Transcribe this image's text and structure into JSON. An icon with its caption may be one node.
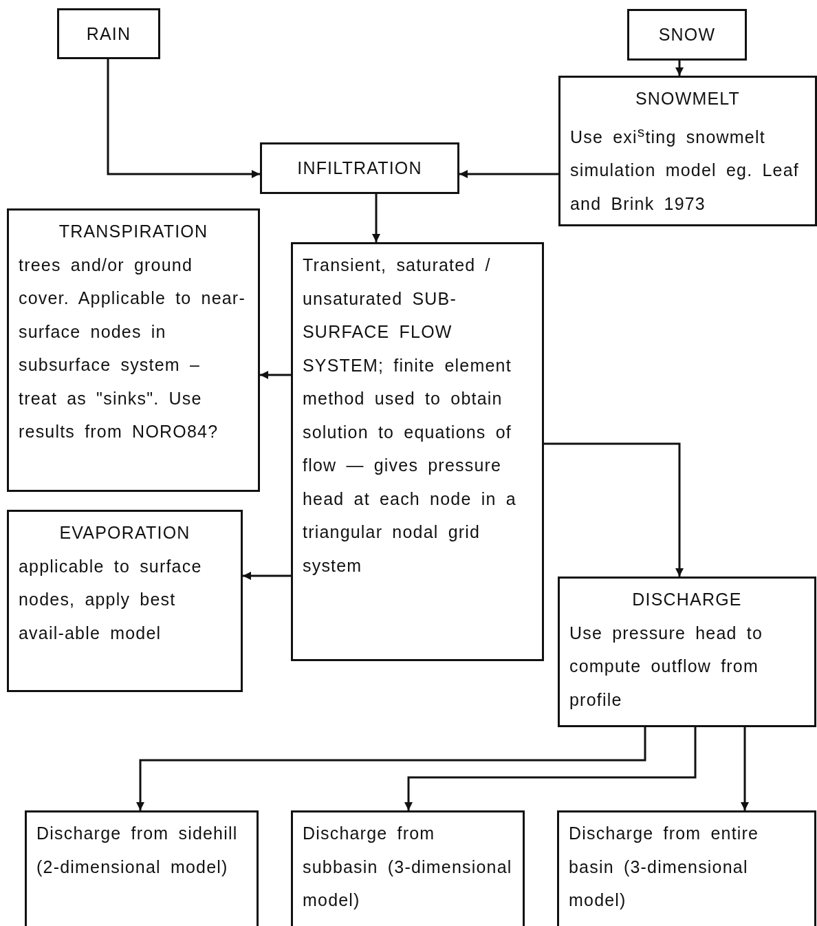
{
  "diagram": {
    "nodes": [
      {
        "text": [
          "RAIN"
        ]
      },
      {
        "text": [
          "SNOW"
        ]
      },
      {
        "text": [
          "SNOWMELT",
          "Use exi$^{s}$ting snowmelt simulation model eg. Leaf and Brink 1973"
        ]
      },
      {
        "text": [
          "INFILTRATION"
        ]
      },
      {
        "text": [
          "TRANSPIRATION",
          "trees and/or ground cover. Applicable to near-surface nodes in subsurface system – treat as \"sinks\". Use results from NORO84?"
        ]
      },
      {
        "text": [
          "Transient, saturated / unsaturated SUB-SURFACE FLOW SYSTEM; finite element method used to obtain solution to equations of flow — gives pressure head at each node in a triangular nodal grid system"
        ]
      },
      {
        "text": [
          "EVAPORATION",
          "applicable to surface nodes, apply best avail-able model"
        ]
      },
      {
        "text": [
          "DISCHARGE",
          "Use pressure head to compute outflow from profile"
        ]
      },
      {
        "text": [
          "Discharge from sidehill (2-dimensional model)"
        ]
      },
      {
        "text": [
          "Discharge from subbasin (3-dimensional model)"
        ]
      },
      {
        "text": [
          "Discharge from entire basin (3-dimensional model)"
        ]
      }
    ],
    "edges": [
      {
        "from": 0,
        "to": 3,
        "arrow": "to"
      },
      {
        "from": 1,
        "to": 2,
        "arrow": "to"
      },
      {
        "from": 2,
        "to": 3,
        "arrow": "to"
      },
      {
        "from": 3,
        "to": 5,
        "arrow": "to"
      },
      {
        "from": 5,
        "to": 4,
        "arrow": "to"
      },
      {
        "from": 5,
        "to": 6,
        "arrow": "to"
      },
      {
        "from": 5,
        "to": 7,
        "arrow": "to"
      },
      {
        "from": 7,
        "to": 8,
        "arrow": "to"
      },
      {
        "from": 7,
        "to": 9,
        "arrow": "to"
      },
      {
        "from": 7,
        "to": 10,
        "arrow": "to"
      }
    ]
  }
}
